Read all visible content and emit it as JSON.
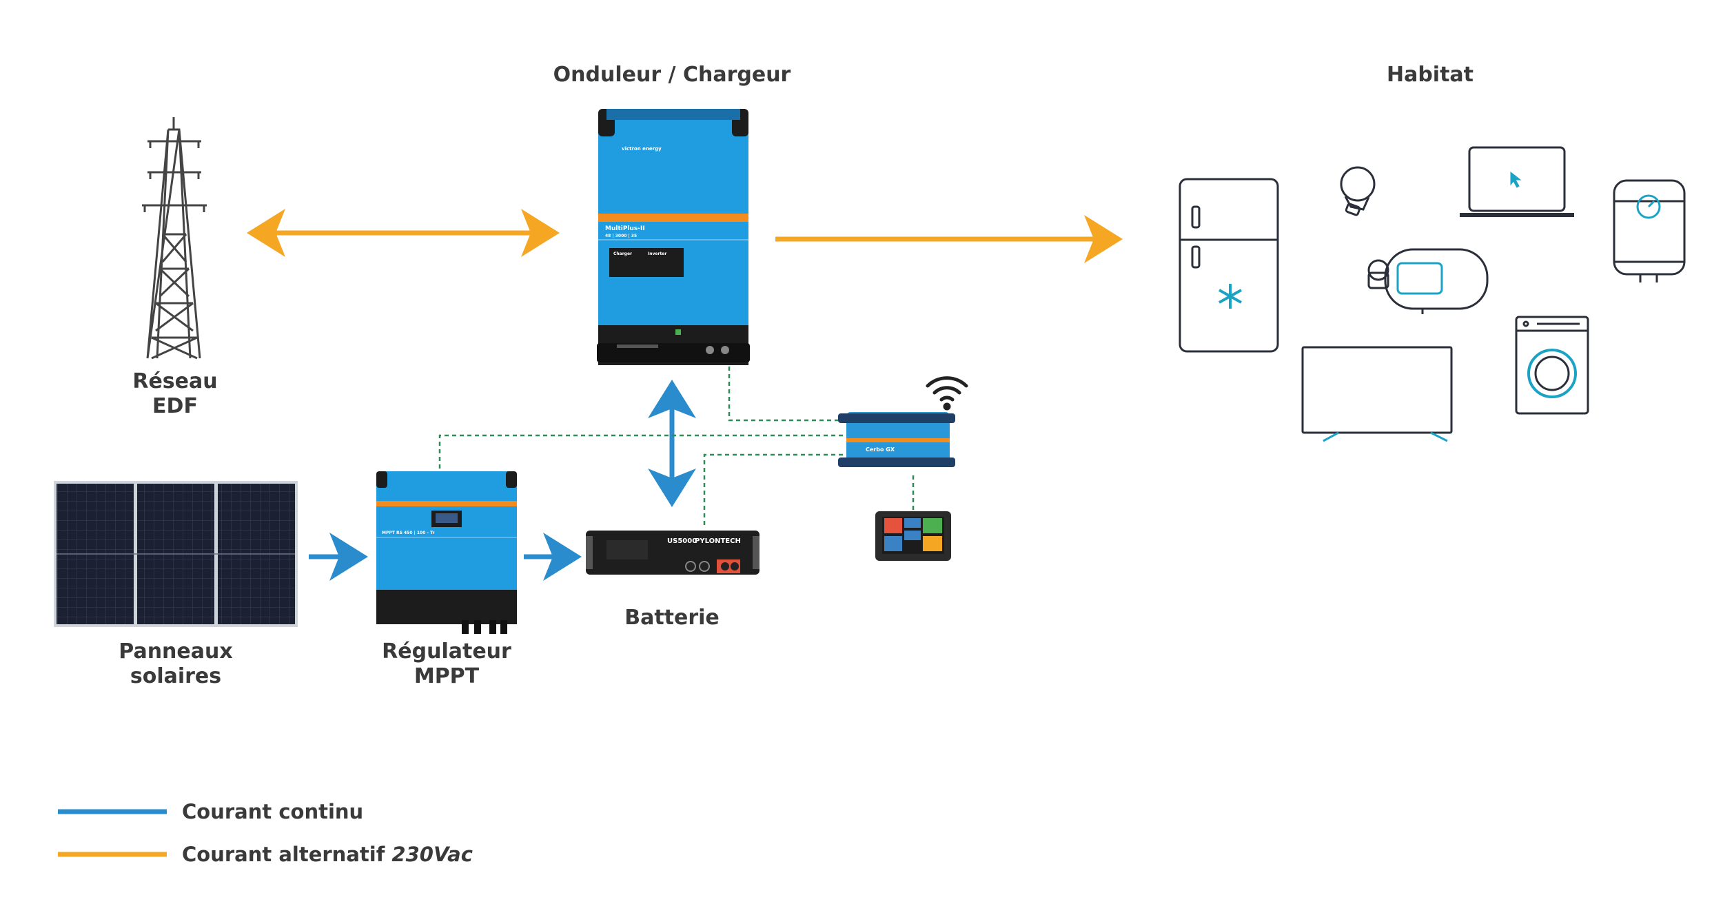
{
  "labels": {
    "inverter": "Onduleur / Chargeur",
    "home": "Habitat",
    "grid_line1": "Réseau",
    "grid_line2": "EDF",
    "solar_line1": "Panneaux",
    "solar_line2": "solaires",
    "mppt_line1": "Régulateur",
    "mppt_line2": "MPPT",
    "battery": "Batterie"
  },
  "devices": {
    "inverter_model": "MultiPlus-II",
    "inverter_rating": "48 | 3000 | 35",
    "mppt_model": "MPPT RS 450 | 100 - Tr",
    "battery_brand": "PYLONTECH",
    "battery_model": "US5000",
    "cerbo_model": "Cerbo GX",
    "inverter_charger_label": "Charger",
    "inverter_inverter_label": "Inverter"
  },
  "legend": {
    "dc_label": "Courant continu",
    "ac_label_prefix": "Courant alternatif ",
    "ac_label_voltage": "230Vac"
  },
  "colors": {
    "dc": "#2a8ccc",
    "ac": "#f5a623",
    "victron_blue": "#1f9de0",
    "victron_orange": "#f28c1e",
    "data_link": "#2e8b57",
    "label": "#3a3a3a",
    "icon_stroke": "#2b2f3a",
    "icon_accent": "#1aa3c4"
  }
}
